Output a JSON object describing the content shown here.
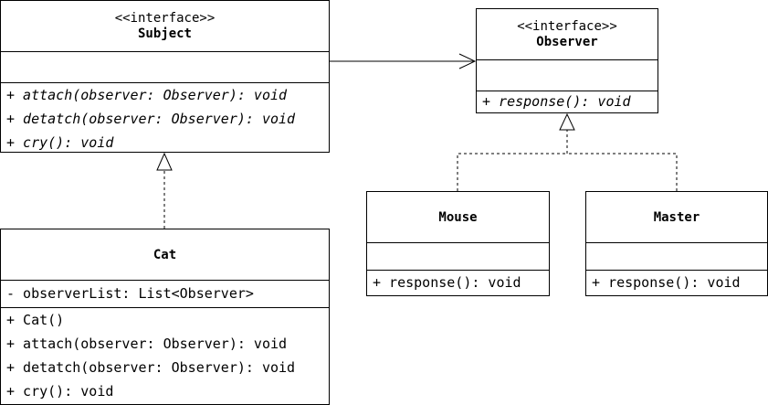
{
  "classes": {
    "subject": {
      "stereotype": "<<interface>>",
      "name": "Subject",
      "attributes": [],
      "methods": [
        "+ attach(observer: Observer): void",
        "+ detatch(observer: Observer): void",
        "+ cry(): void"
      ]
    },
    "observer": {
      "stereotype": "<<interface>>",
      "name": "Observer",
      "attributes": [],
      "methods": [
        "+ response(): void"
      ]
    },
    "cat": {
      "name": "Cat",
      "attributes": [
        "- observerList: List<Observer>"
      ],
      "methods": [
        "+ Cat()",
        "+ attach(observer: Observer): void",
        "+ detatch(observer: Observer): void",
        "+ cry(): void"
      ]
    },
    "mouse": {
      "name": "Mouse",
      "attributes": [],
      "methods": [
        "+ response(): void"
      ]
    },
    "master": {
      "name": "Master",
      "attributes": [],
      "methods": [
        "+ response(): void"
      ]
    }
  },
  "relations": [
    {
      "type": "association",
      "from": "Subject",
      "to": "Observer"
    },
    {
      "type": "realization",
      "from": "Cat",
      "to": "Subject"
    },
    {
      "type": "realization",
      "from": "Mouse",
      "to": "Observer"
    },
    {
      "type": "realization",
      "from": "Master",
      "to": "Observer"
    }
  ]
}
